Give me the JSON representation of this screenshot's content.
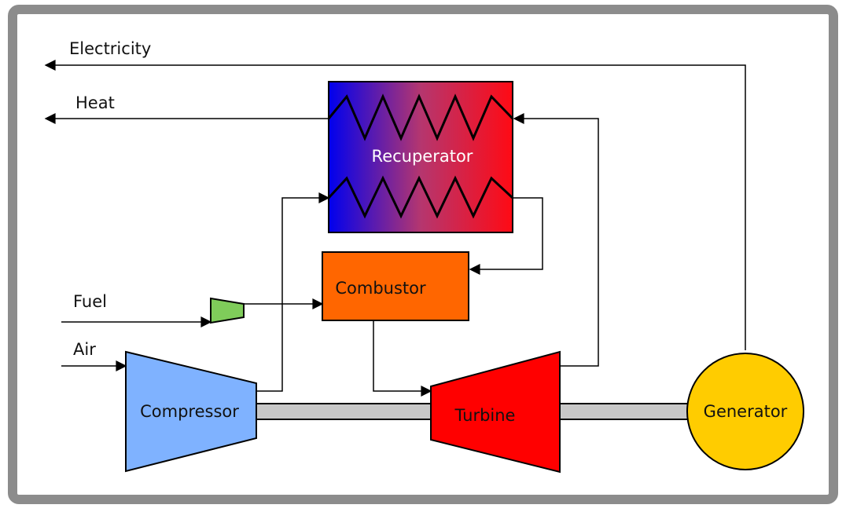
{
  "labels": {
    "electricity": "Electricity",
    "heat": "Heat",
    "fuel": "Fuel",
    "air": "Air"
  },
  "components": {
    "recuperator": "Recuperator",
    "combustor": "Combustor",
    "compressor": "Compressor",
    "turbine": "Turbine",
    "generator": "Generator"
  },
  "colors": {
    "frame": "#8c8c8c",
    "recuperator_cold": "#0000ee",
    "recuperator_hot": "#ff0a14",
    "combustor": "#ff6600",
    "compressor": "#7fb2ff",
    "turbine": "#ff0000",
    "generator": "#ffcc00",
    "fuel_valve": "#7fcc5a",
    "shaft": "#c8c8c8"
  }
}
